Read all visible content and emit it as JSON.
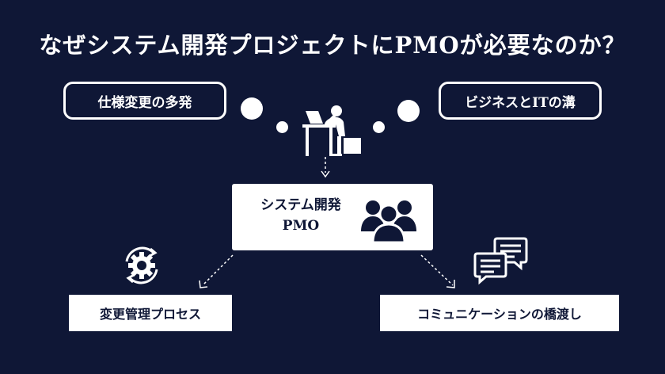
{
  "title": "なぜシステム開発プロジェクトにPMOが必要なのか？",
  "challenges": {
    "left": "仕様変更の多発",
    "right": "ビジネスとITの溝"
  },
  "center": {
    "line1": "システム開発",
    "line2": "PMO"
  },
  "outcomes": {
    "left": "変更管理プロセス",
    "right": "コミュニケーションの橋渡し"
  },
  "colors": {
    "background": "#0f1736",
    "foreground": "#ffffff",
    "navy_text": "#0f1736"
  },
  "icons": {
    "worried_person": "person-at-desk-icon",
    "team": "team-group-icon",
    "gear_cycle": "gear-cycle-icon",
    "chat": "chat-bubbles-icon"
  }
}
